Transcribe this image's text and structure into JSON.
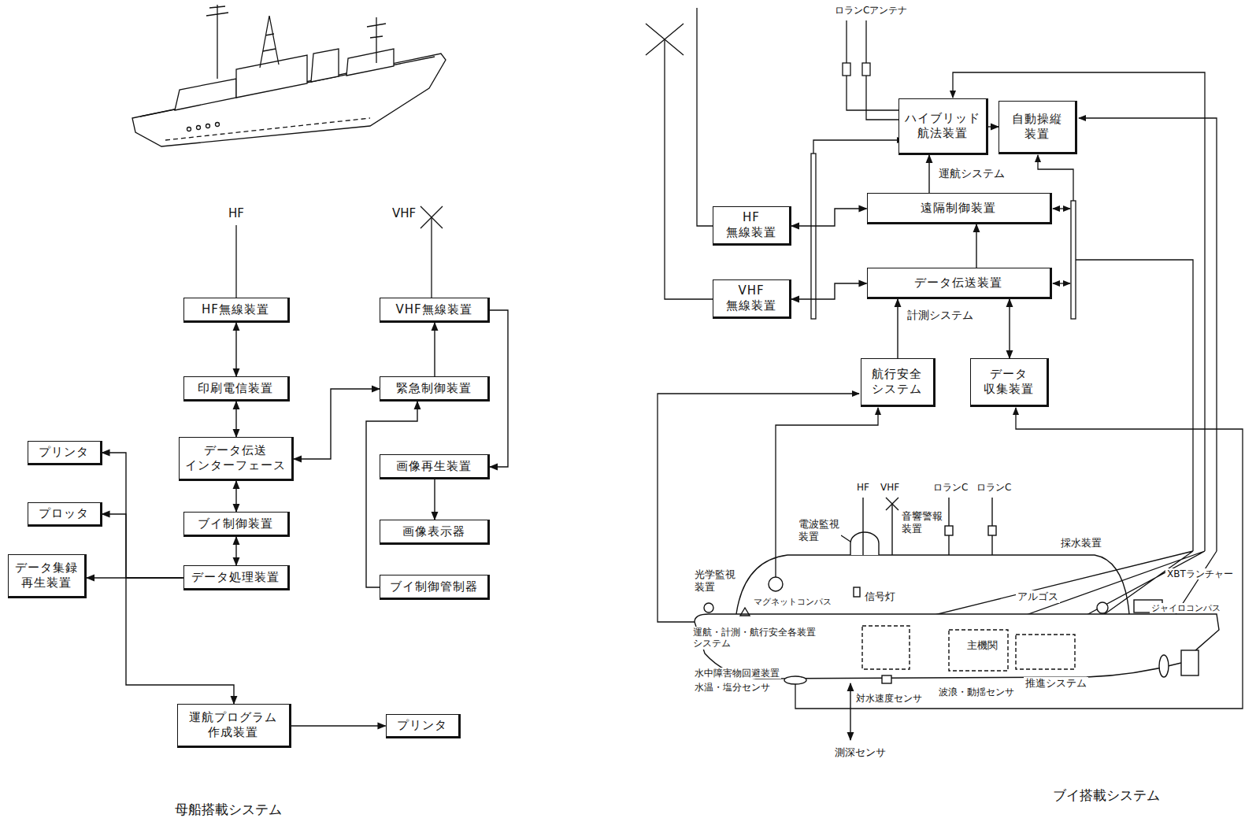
{
  "diagram": {
    "nodes": [
      {
        "text": [
          "HF無線装置"
        ]
      },
      {
        "text": [
          "印刷電信装置"
        ]
      },
      {
        "text": [
          "データ伝送 インターフェース"
        ]
      },
      {
        "text": [
          "ブイ制御装置"
        ]
      },
      {
        "text": [
          "データ処理装置"
        ]
      },
      {
        "text": [
          "プリンタ"
        ]
      },
      {
        "text": [
          "プロッタ"
        ]
      },
      {
        "text": [
          "データ集録 再生装置"
        ]
      },
      {
        "text": [
          "運航プログラム 作成装置"
        ]
      },
      {
        "text": [
          "プリンタ"
        ]
      },
      {
        "text": [
          "VHF無線装置"
        ]
      },
      {
        "text": [
          "緊急制御装置"
        ]
      },
      {
        "text": [
          "画像再生装置"
        ]
      },
      {
        "text": [
          "画像表示器"
        ]
      },
      {
        "text": [
          "ブイ制御管制器"
        ]
      },
      {
        "text": [
          "ハイブリッド 航法装置"
        ]
      },
      {
        "text": [
          "自動操縦 装置"
        ]
      },
      {
        "text": [
          "HF 無線装置"
        ]
      },
      {
        "text": [
          "VHF 無線装置"
        ]
      },
      {
        "text": [
          "遠隔制御装置"
        ]
      },
      {
        "text": [
          "データ伝送装置"
        ]
      },
      {
        "text": [
          "航行安全 システム"
        ]
      },
      {
        "text": [
          "データ 収集装置"
        ]
      }
    ],
    "edges": [
      {
        "from": 0,
        "to": 1,
        "arrow": "both"
      },
      {
        "from": 1,
        "to": 2,
        "arrow": "both"
      },
      {
        "from": 2,
        "to": 3,
        "arrow": "both"
      },
      {
        "from": 3,
        "to": 4,
        "arrow": "both"
      },
      {
        "from": 4,
        "to": 5,
        "arrow": "to"
      },
      {
        "from": 4,
        "to": 6,
        "arrow": "to"
      },
      {
        "from": 4,
        "to": 7,
        "arrow": "to"
      },
      {
        "from": 4,
        "to": 8,
        "arrow": "to"
      },
      {
        "from": 8,
        "to": 9,
        "arrow": "to"
      },
      {
        "from": 2,
        "to": 11,
        "arrow": "both"
      },
      {
        "from": 11,
        "to": 10,
        "arrow": "to"
      },
      {
        "from": 10,
        "to": 12,
        "arrow": "to"
      },
      {
        "from": 12,
        "to": 13,
        "arrow": "to"
      },
      {
        "from": 14,
        "to": 11,
        "arrow": "to"
      },
      {
        "from": 17,
        "to": 19,
        "arrow": "both"
      },
      {
        "from": 18,
        "to": 20,
        "arrow": "both"
      },
      {
        "from": 19,
        "to": 15,
        "arrow": "to"
      },
      {
        "from": 15,
        "to": 16,
        "arrow": "to"
      },
      {
        "from": 20,
        "to": 19,
        "arrow": "to"
      },
      {
        "from": 21,
        "to": 20,
        "arrow": "to"
      },
      {
        "from": 22,
        "to": 20,
        "arrow": "both"
      }
    ],
    "labels": [
      "HF",
      "VHF",
      "母船搭載システム",
      "ロランCアンテナ",
      "運航システム",
      "計測システム",
      "HF",
      "VHF",
      "ロランC",
      "ロランC",
      "電波監視 装置",
      "音響警報 装置",
      "採水装置",
      "光学監視 装置",
      "信号灯",
      "マグネットコンパス",
      "アルゴス",
      "XBTランチャー",
      "ジャイロコンパス",
      "運航・計測・航行安全各装置 システム",
      "主機関",
      "推進システム",
      "水中障害物回避装置",
      "水温・塩分センサ",
      "波浪・動揺センサ",
      "対水速度センサ",
      "測深センサ",
      "ブイ搭載システム"
    ]
  }
}
